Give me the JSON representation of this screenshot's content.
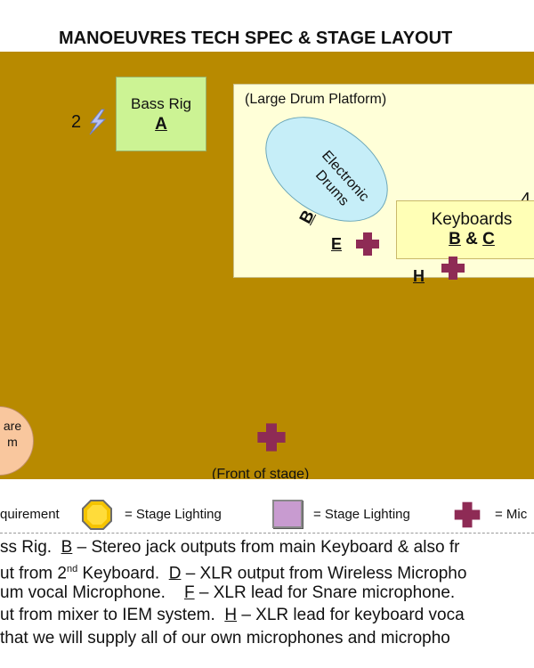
{
  "title": "MANOEUVRES TECH SPEC & STAGE LAYOUT",
  "stage": {
    "bass_rig": {
      "name": "Bass Rig",
      "letter": "A"
    },
    "power_count_left": "2",
    "platform_label": "(Large Drum Platform)",
    "drums": {
      "line1": "Electronic",
      "line2": "Drums",
      "letter": "B"
    },
    "power_count_right": "4",
    "keyboards": {
      "name": "Keyboards",
      "letter_b": "B",
      "amp": "&",
      "letter_c": "C"
    },
    "mic_labels": {
      "e": "E",
      "h": "H"
    },
    "snare": {
      "line1": "are",
      "line2": "m"
    },
    "front_label": "(Front of stage)"
  },
  "legend": {
    "requirement": "quirement",
    "lighting_1": "= Stage Lighting",
    "lighting_2": "= Stage Lighting",
    "mic": "= Mic"
  },
  "notes": {
    "row1": {
      "pre": "ss Rig.",
      "b": "B",
      "post": " – Stereo jack outputs from main Keyboard & also fr"
    },
    "row2": {
      "pre": "ut from 2",
      "sup": "nd",
      "mid": " Keyboard.",
      "d": "D",
      "post": " – XLR output from Wireless Micropho"
    },
    "row3": {
      "pre": "um vocal Microphone.",
      "f": "F",
      "post": " – XLR lead for Snare microphone."
    },
    "row4": {
      "pre": "ut from mixer to IEM system.",
      "h": "H",
      "post": " – XLR lead for keyboard voca"
    },
    "row5": {
      "text": " that we will supply all of our own microphones and micropho"
    }
  },
  "colors": {
    "stage": "#b88a00",
    "bass_box": "#ccf394",
    "platform": "#ffffd8",
    "drums": "#c6eef8",
    "keyboards": "#ffffb6",
    "mic_cross": "#8e2b55",
    "snare": "#f9c79e",
    "lighting_octagon": "#f5c400",
    "lighting_box": "#c89bd0"
  },
  "icons": {
    "power": "lightning-bolt-icon",
    "mic": "cross-marker-icon",
    "lighting": "octagon-light-icon"
  }
}
